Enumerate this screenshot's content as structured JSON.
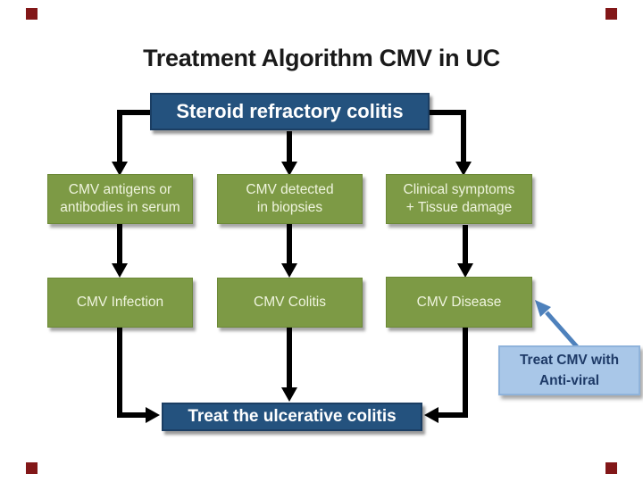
{
  "slide": {
    "title": "Treatment Algorithm CMV in UC"
  },
  "flowchart": {
    "root_label": "Steroid refractory colitis",
    "criteria": [
      {
        "line1": "CMV antigens or",
        "line2": "antibodies in serum"
      },
      {
        "line1": "CMV detected",
        "line2": "in biopsies"
      },
      {
        "line1": "Clinical symptoms",
        "line2": "+ Tissue damage"
      }
    ],
    "diagnoses": [
      "CMV Infection",
      "CMV Colitis",
      "CMV Disease"
    ],
    "outcome_label": "Treat the ulcerative colitis",
    "callout": {
      "line1": "Treat CMV with",
      "line2": "Anti-viral"
    }
  },
  "colors": {
    "box_green": "#7D9A45",
    "box_dark_blue": "#24527E",
    "callout_blue": "#A9C7E8",
    "callout_text": "#1E3A67",
    "arrow_black": "#000000",
    "arrow_steel_blue": "#4E81BC",
    "corner_marker": "#821718",
    "title_text": "#1A1A1A"
  }
}
